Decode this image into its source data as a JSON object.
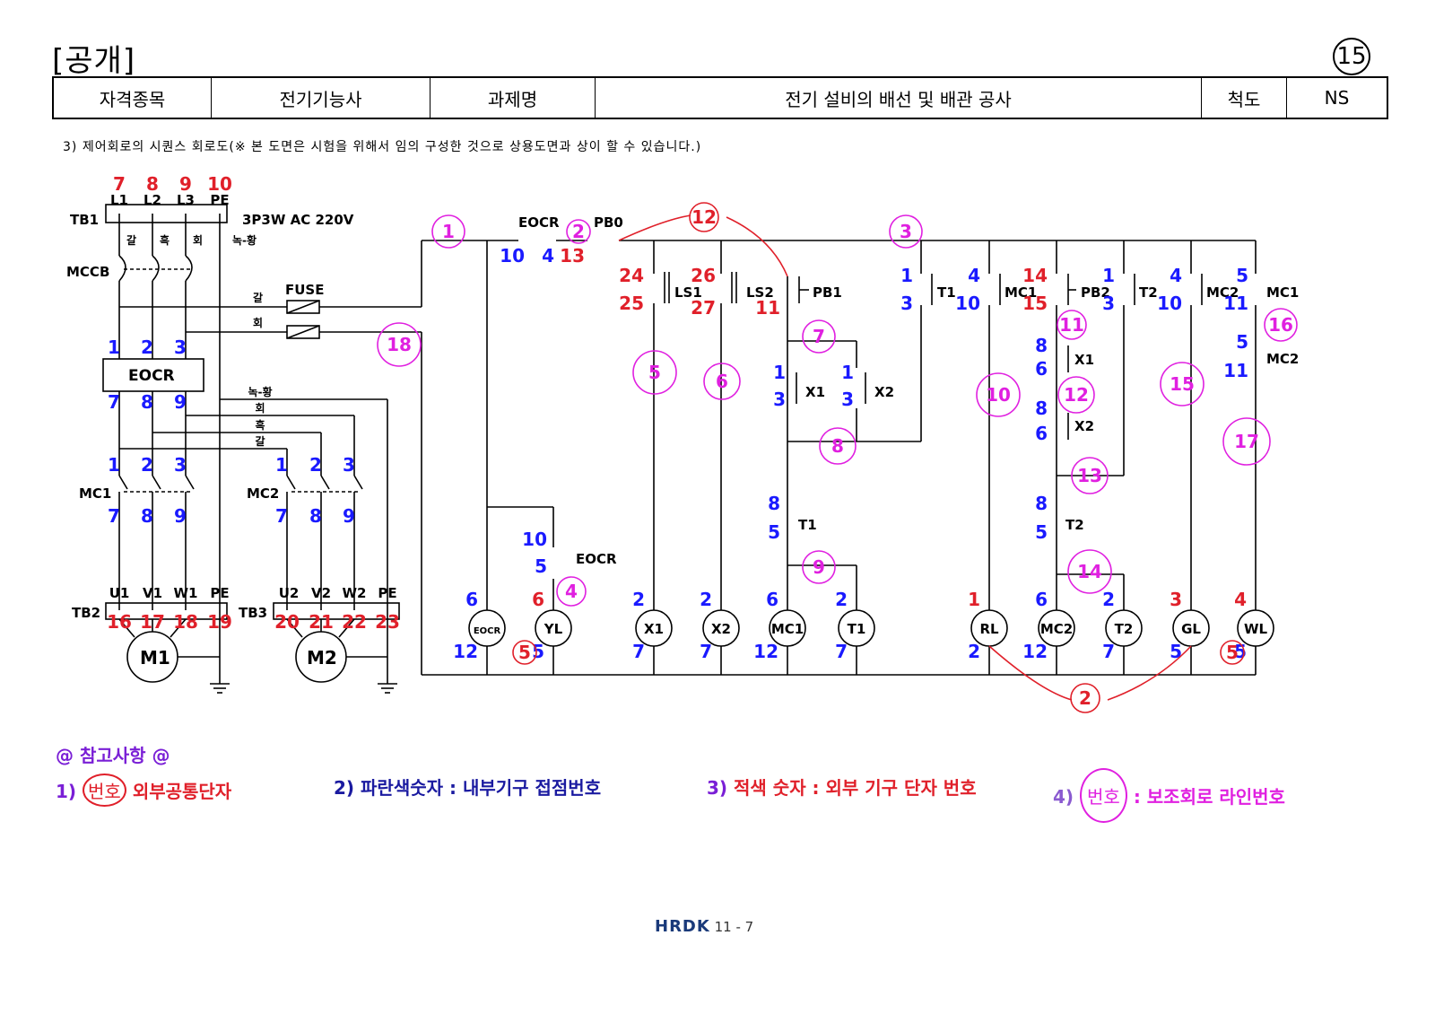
{
  "header": {
    "title": "[공개]",
    "page_number": "15"
  },
  "info_table": {
    "c1": "자격종목",
    "c2": "전기기능사",
    "c3": "과제명",
    "c4": "전기 설비의 배선 및 배관 공사",
    "c5": "척도",
    "c6": "NS"
  },
  "subtitle": "3) 제어회로의 시퀀스 회로도(※ 본 도면은 시험을 위해서 임의 구성한 것으로 상용도면과 상이 할 수 있습니다.)",
  "power": {
    "tb1": "TB1",
    "tb1_phases": [
      "L1",
      "L2",
      "L3",
      "PE"
    ],
    "tb1_nums": [
      "7",
      "8",
      "9",
      "10"
    ],
    "supply": "3P3W AC 220V",
    "wire_colors": [
      "갈",
      "흑",
      "회",
      "녹-황"
    ],
    "mccb": "MCCB",
    "fuse": "FUSE",
    "fuse_wires": [
      "갈",
      "회"
    ],
    "eocr": "EOCR",
    "eocr_in": [
      "1",
      "2",
      "3"
    ],
    "eocr_out": [
      "7",
      "8",
      "9"
    ],
    "bus_colors": [
      "녹-황",
      "회",
      "흑",
      "갈"
    ],
    "mc1": "MC1",
    "mc2": "MC2",
    "mc_in": [
      "1",
      "2",
      "3"
    ],
    "mc_out": [
      "7",
      "8",
      "9"
    ],
    "tb2": "TB2",
    "tb3": "TB3",
    "tb2_terms": [
      "U1",
      "V1",
      "W1",
      "PE"
    ],
    "tb3_terms": [
      "U2",
      "V2",
      "W2",
      "PE"
    ],
    "tb2_nums": [
      "16",
      "17",
      "18",
      "19"
    ],
    "tb3_nums": [
      "20",
      "21",
      "22",
      "23"
    ],
    "m1": "M1",
    "m2": "M2"
  },
  "control": {
    "lines": [
      "1",
      "2",
      "3",
      "4",
      "5",
      "6",
      "7",
      "8",
      "9",
      "10",
      "11",
      "12",
      "13",
      "14",
      "15",
      "16",
      "17",
      "18"
    ],
    "labels": {
      "eocr": "EOCR",
      "pb0": "PB0",
      "ls1": "LS1",
      "ls2": "LS2",
      "pb1": "PB1",
      "t1": "T1",
      "mc1": "MC1",
      "pb2": "PB2",
      "t2": "T2",
      "mc2": "MC2",
      "x1": "X1",
      "x2": "X2"
    },
    "lamps": [
      "EOCR",
      "YL",
      "X1",
      "X2",
      "MC1",
      "T1",
      "RL",
      "MC2",
      "T2",
      "GL",
      "WL"
    ],
    "lamp_top": [
      "6",
      "6",
      "2",
      "2",
      "6",
      "2",
      "1",
      "6",
      "2",
      "3",
      "4"
    ],
    "lamp_bot": [
      "12",
      "5",
      "7",
      "7",
      "12",
      "7",
      "2",
      "12",
      "7",
      "5",
      "5"
    ],
    "nums": {
      "eocr_a": "10",
      "eocr_b": "4",
      "pb0_a": "13",
      "ls1_a": "24",
      "ls1_b": "25",
      "ls2_a": "26",
      "ls2_b": "27",
      "pb1_b": "11",
      "t1_a": "1",
      "t1_b": "3",
      "mc1_a": "4",
      "mc1_b": "10",
      "pb2_a": "14",
      "pb2_b": "15",
      "t2_a": "1",
      "t2_b": "3",
      "mc2_a": "4",
      "mc2_b": "10",
      "wl_mc1_a": "5",
      "wl_mc1_b": "11",
      "wl_mc2_a": "5",
      "wl_mc2_b": "11",
      "x_a": "1",
      "x_b": "3",
      "xb_a": "8",
      "xb_b": "6",
      "tim_a": "8",
      "tim_b": "5",
      "eocr2_a": "10",
      "eocr2_b": "5"
    }
  },
  "notes": {
    "title": "@ 참고사항 @",
    "n1_prefix": "1)",
    "n1_circle": "번호",
    "n1_text": "외부공통단자",
    "n2": "2) 파란색숫자 : 내부기구 접점번호",
    "n3_prefix": "3)",
    "n3_text": "적색 숫자 : 외부 기구 단자 번호",
    "n4_prefix": "4)",
    "n4_circle": "번호",
    "n4_text": ": 보조회로 라인번호"
  },
  "footer": {
    "brand": "HRDK",
    "page": "11 - 7"
  }
}
